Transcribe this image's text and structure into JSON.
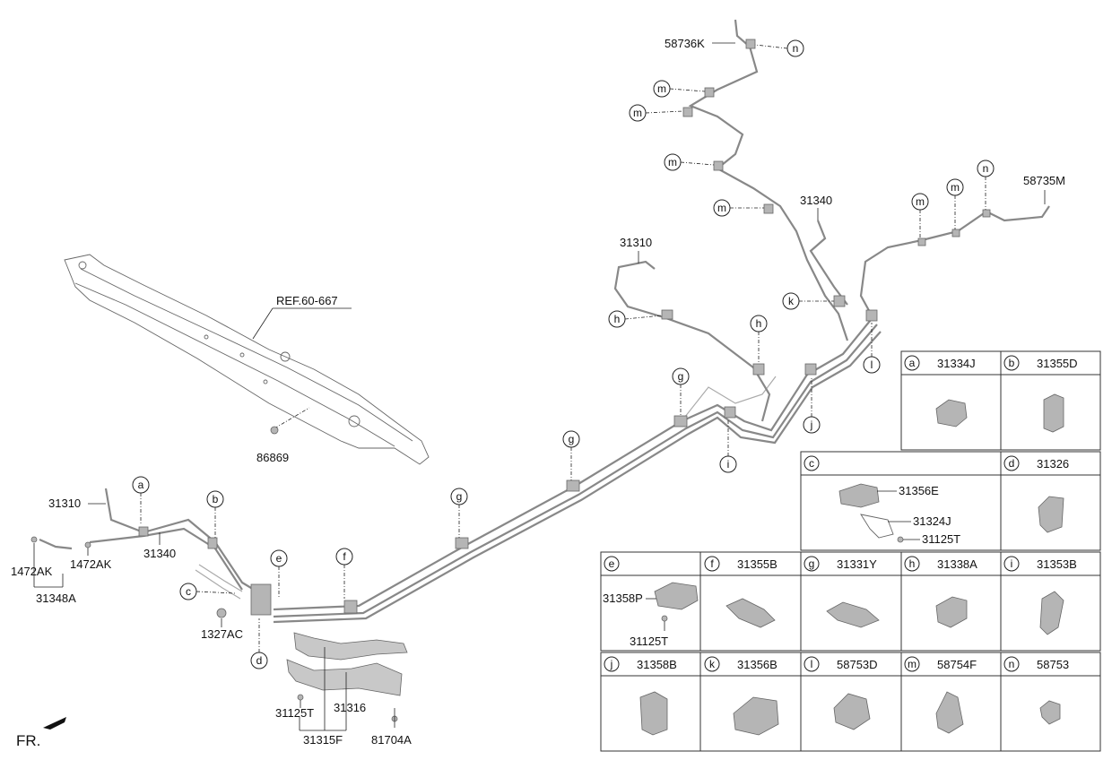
{
  "ref_label": "REF.60-667",
  "direction_label": "FR.",
  "part_labels": {
    "p58736K": "58736K",
    "p58735M": "58735M",
    "p31340_top": "31340",
    "p31310_top": "31310",
    "p31310_left": "31310",
    "p31340_left": "31340",
    "p1472AK_a": "1472AK",
    "p1472AK_b": "1472AK",
    "p31348A": "31348A",
    "p1327AC": "1327AC",
    "p86869": "86869",
    "p31125T_main": "31125T",
    "p31316": "31316",
    "p31315F": "31315F",
    "p81704A": "81704A"
  },
  "callouts": [
    "a",
    "b",
    "c",
    "d",
    "e",
    "f",
    "g",
    "h",
    "i",
    "j",
    "k",
    "l",
    "m",
    "n"
  ],
  "legend": [
    {
      "letter": "a",
      "part": "31334J"
    },
    {
      "letter": "b",
      "part": "31355D"
    },
    {
      "letter": "c",
      "part": "",
      "sub_parts": [
        "31356E",
        "31324J",
        "31125T"
      ]
    },
    {
      "letter": "d",
      "part": "31326"
    },
    {
      "letter": "e",
      "part": "",
      "sub_parts": [
        "31358P",
        "31125T"
      ]
    },
    {
      "letter": "f",
      "part": "31355B"
    },
    {
      "letter": "g",
      "part": "31331Y"
    },
    {
      "letter": "h",
      "part": "31338A"
    },
    {
      "letter": "i",
      "part": "31353B"
    },
    {
      "letter": "j",
      "part": "31358B"
    },
    {
      "letter": "k",
      "part": "31356B"
    },
    {
      "letter": "l",
      "part": "58753D"
    },
    {
      "letter": "m",
      "part": "58754F"
    },
    {
      "letter": "n",
      "part": "58753"
    }
  ]
}
